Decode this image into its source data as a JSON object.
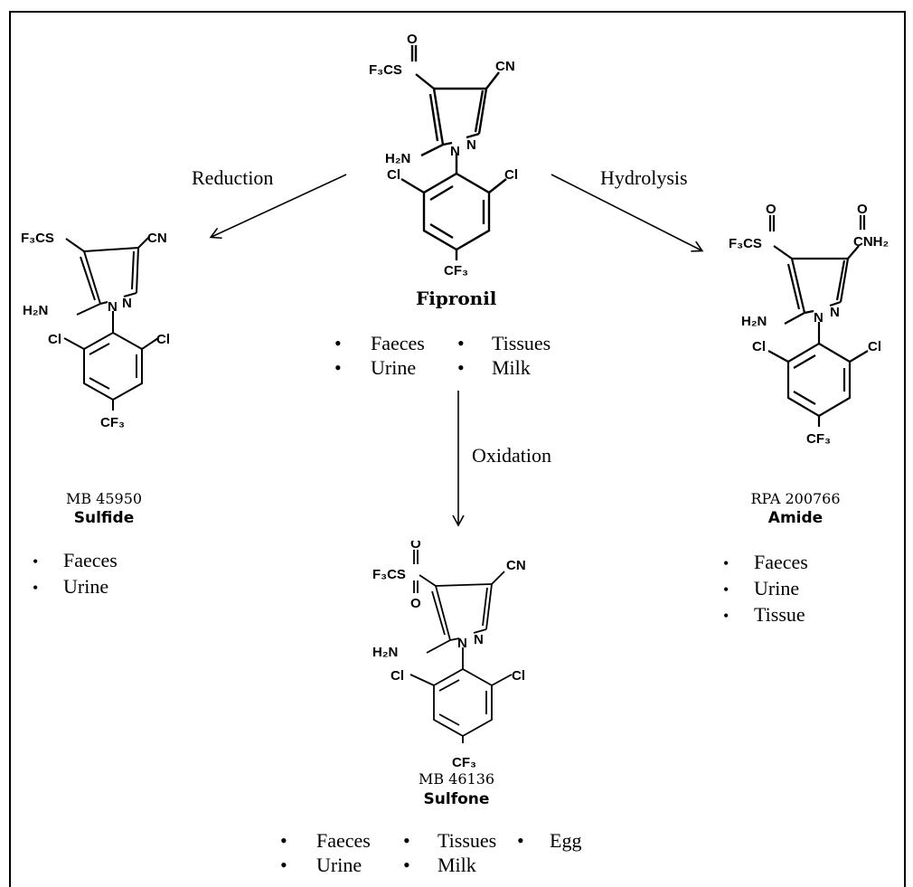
{
  "reactions": {
    "reduction": "Reduction",
    "hydrolysis": "Hydrolysis",
    "oxidation": "Oxidation"
  },
  "fipronil": {
    "name": "Fipronil",
    "locations": [
      "Faeces",
      "Tissues",
      "Urine",
      "Milk"
    ]
  },
  "sulfide": {
    "code": "MB 45950",
    "name": "Sulfide",
    "locations": [
      "Faeces",
      "Urine"
    ]
  },
  "amide": {
    "code": "RPA 200766",
    "name": "Amide",
    "locations": [
      "Faeces",
      "Urine",
      "Tissue"
    ]
  },
  "sulfone": {
    "code": "MB 46136",
    "name": "Sulfone",
    "locations": [
      "Faeces",
      "Tissues",
      "Egg",
      "Urine",
      "Milk"
    ]
  },
  "labels": {
    "cn": "CN",
    "h2n": "H₂N",
    "n": "N",
    "cl": "Cl",
    "cf3": "CF₃",
    "f3cs": "F₃CS",
    "o": "O",
    "conh2": "CNH₂"
  },
  "bullet": "•"
}
